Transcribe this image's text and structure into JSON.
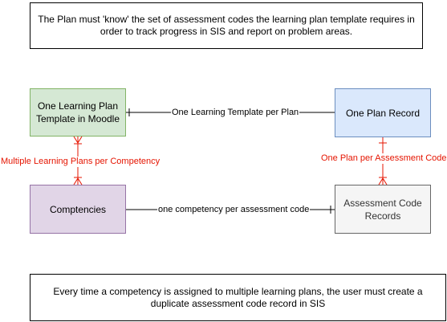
{
  "notes": {
    "top": "The Plan must 'know' the set of assessment codes the learning plan template requires in order to track progress in SIS and report on problem areas.",
    "bottom": "Every time a competency is assigned to multiple learning plans, the user must create a duplicate assessment code record in SIS"
  },
  "entities": {
    "learning_plan_template": "One Learning Plan Template in Moodle",
    "plan_record": "One Plan Record",
    "competencies": "Comptencies",
    "assessment_code_records": "Assessment Code Records"
  },
  "relationships": {
    "template_to_plan": "One Learning Template per Plan",
    "template_to_competencies": "Multiple Learning Plans per Competency",
    "plan_to_assessment": "One Plan per Assessment Code",
    "competency_to_assessment": "one competency per assessment code"
  },
  "colors": {
    "relationship_red": "#e51400",
    "green_fill": "#d5e8d4",
    "green_stroke": "#82b366",
    "blue_fill": "#dae8fc",
    "blue_stroke": "#6c8ebf",
    "purple_fill": "#e1d5e7",
    "purple_stroke": "#9673a6",
    "grey_fill": "#f5f5f5",
    "grey_stroke": "#666666"
  }
}
